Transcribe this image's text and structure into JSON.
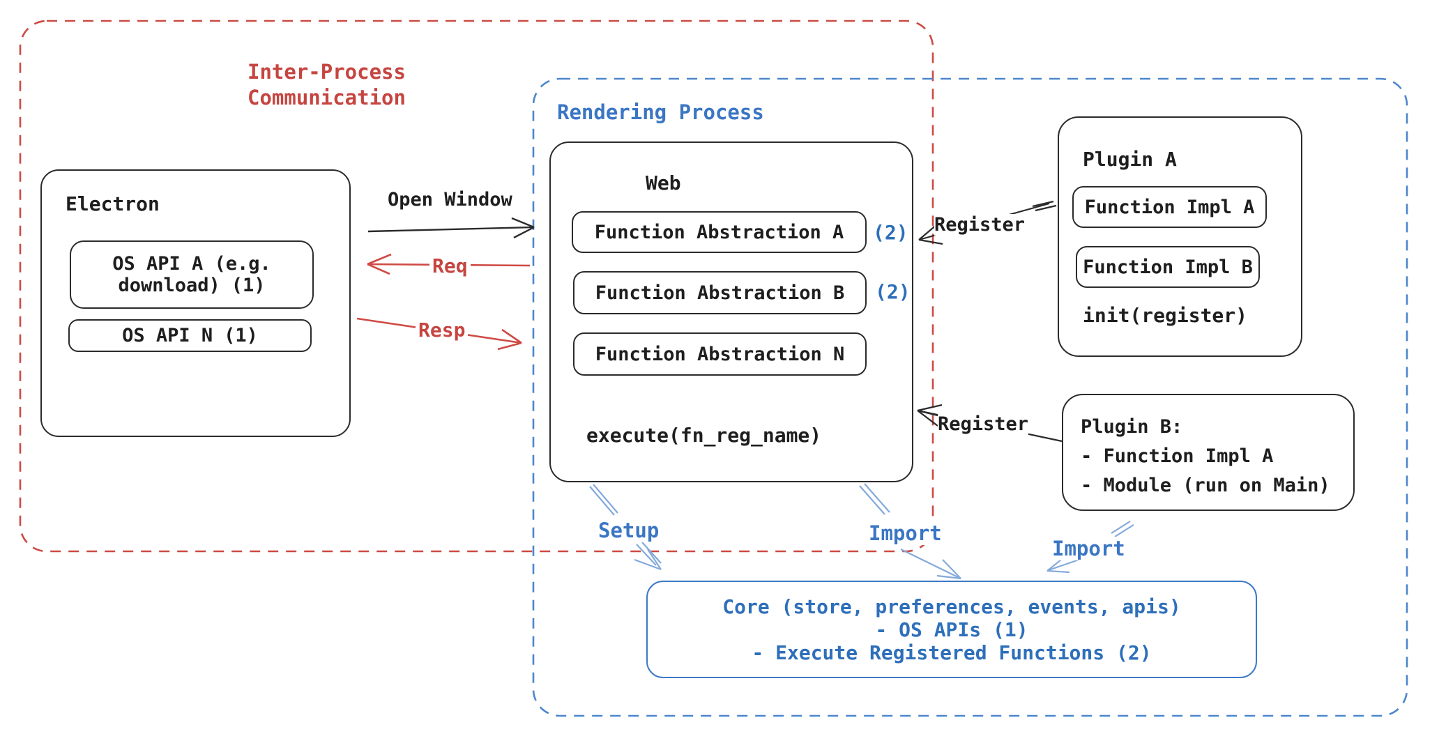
{
  "colors": {
    "ipc_red": "#c64540",
    "ipc_border_red": "#cd4a43",
    "accent_blue": "#2e6fba",
    "label_blue": "#3b76c4",
    "dashed_blue": "#4c86cd",
    "arrow_blue": "#84a9dc",
    "stroke_black": "#2b2b2b"
  },
  "ipc": {
    "label_line1": "Inter-Process",
    "label_line2": "Communication"
  },
  "rendering": {
    "label": "Rendering Process"
  },
  "electron": {
    "title": "Electron",
    "api_a_line1": "OS API A (e.g.",
    "api_a_line2": "download)",
    "api_a_badge": "(1)",
    "api_n": "OS API N",
    "api_n_badge": "(1)"
  },
  "web": {
    "title": "Web",
    "fn_a": "Function Abstraction A",
    "fn_a_badge": "(2)",
    "fn_b": "Function Abstraction B",
    "fn_b_badge": "(2)",
    "fn_n": "Function Abstraction N",
    "execute": "execute(fn_reg_name)"
  },
  "plugin_a": {
    "title": "Plugin A",
    "impl_a": "Function Impl A",
    "impl_b": "Function Impl B",
    "init": "init(register)"
  },
  "plugin_b": {
    "line1": "Plugin B:",
    "line2": "- Function Impl A",
    "line3": "- Module (run on Main)"
  },
  "core": {
    "line1": "Core (store, preferences, events, apis)",
    "line2": "- OS APIs (1)",
    "line3": "- Execute Registered Functions (2)"
  },
  "arrows": {
    "open_window": "Open Window",
    "req": "Req",
    "resp": "Resp",
    "register_top": "Register",
    "register_bottom": "Register",
    "setup": "Setup",
    "import_web": "Import",
    "import_plugin": "Import"
  }
}
